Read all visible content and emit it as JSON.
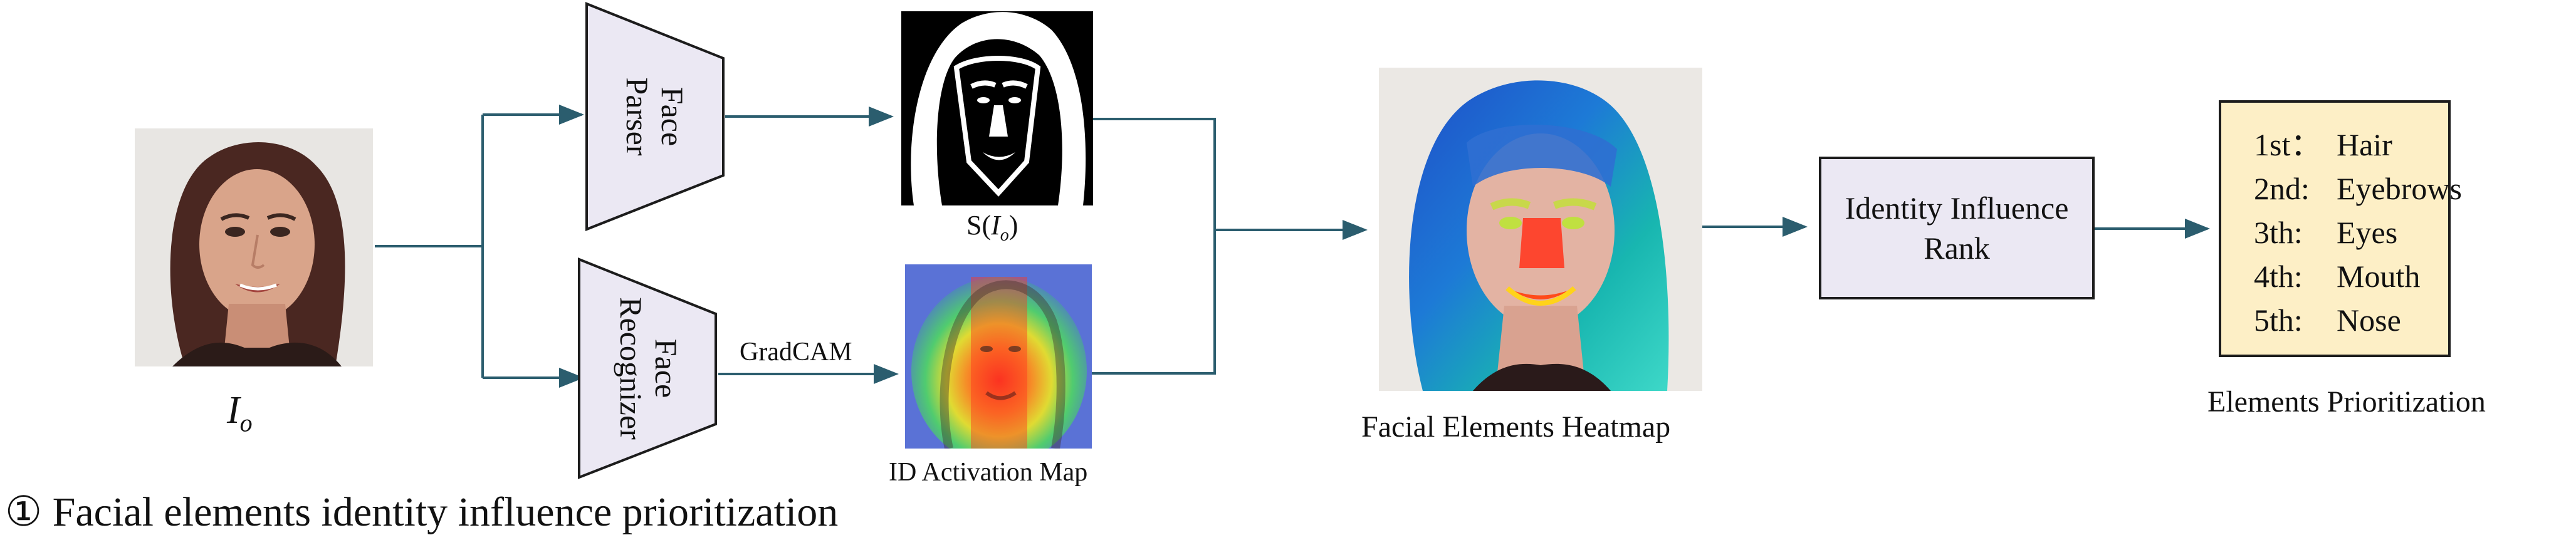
{
  "input": {
    "symbol": "I",
    "subscript": "o"
  },
  "face_parser": {
    "line1": "Face",
    "line2": "Parser"
  },
  "face_recognizer": {
    "line1": "Face",
    "line2": "Recognizer"
  },
  "gradcam_label": "GradCAM",
  "segmentation": {
    "prefix": "S(",
    "symbol": "I",
    "subscript": "o",
    "suffix": ")"
  },
  "activation_map_label": "ID Activation Map",
  "heatmap_label": "Facial Elements Heatmap",
  "rank_box": {
    "line1": "Identity Influence",
    "line2": "Rank"
  },
  "prioritization": {
    "caption": "Elements Prioritization",
    "items": [
      {
        "rank": "1st：",
        "element": "Hair"
      },
      {
        "rank": "2nd:",
        "element": "Eyebrows"
      },
      {
        "rank": "3th:",
        "element": "Eyes"
      },
      {
        "rank": "4th:",
        "element": "Mouth"
      },
      {
        "rank": "5th:",
        "element": "Nose"
      }
    ]
  },
  "step_caption": {
    "marker": "①",
    "text": "Facial elements identity influence prioritization"
  },
  "colors": {
    "connector": "#2b5d6e",
    "module_fill": "#ebe8f3",
    "rank_fill": "#ebe8f3",
    "list_fill": "#fdefc6",
    "list_border": "#2a2a2a"
  }
}
